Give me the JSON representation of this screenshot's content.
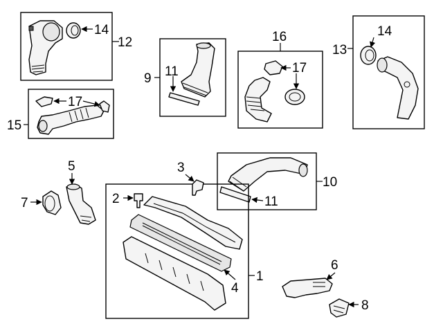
{
  "callouts": {
    "c1": "1",
    "c2": "2",
    "c3": "3",
    "c4": "4",
    "c5": "5",
    "c6": "6",
    "c7": "7",
    "c8": "8",
    "c9": "9",
    "c10": "10",
    "c11a": "11",
    "c11b": "11",
    "c12": "12",
    "c13": "13",
    "c14a": "14",
    "c14b": "14",
    "c15": "15",
    "c16": "16",
    "c17a": "17",
    "c17b": "17"
  }
}
